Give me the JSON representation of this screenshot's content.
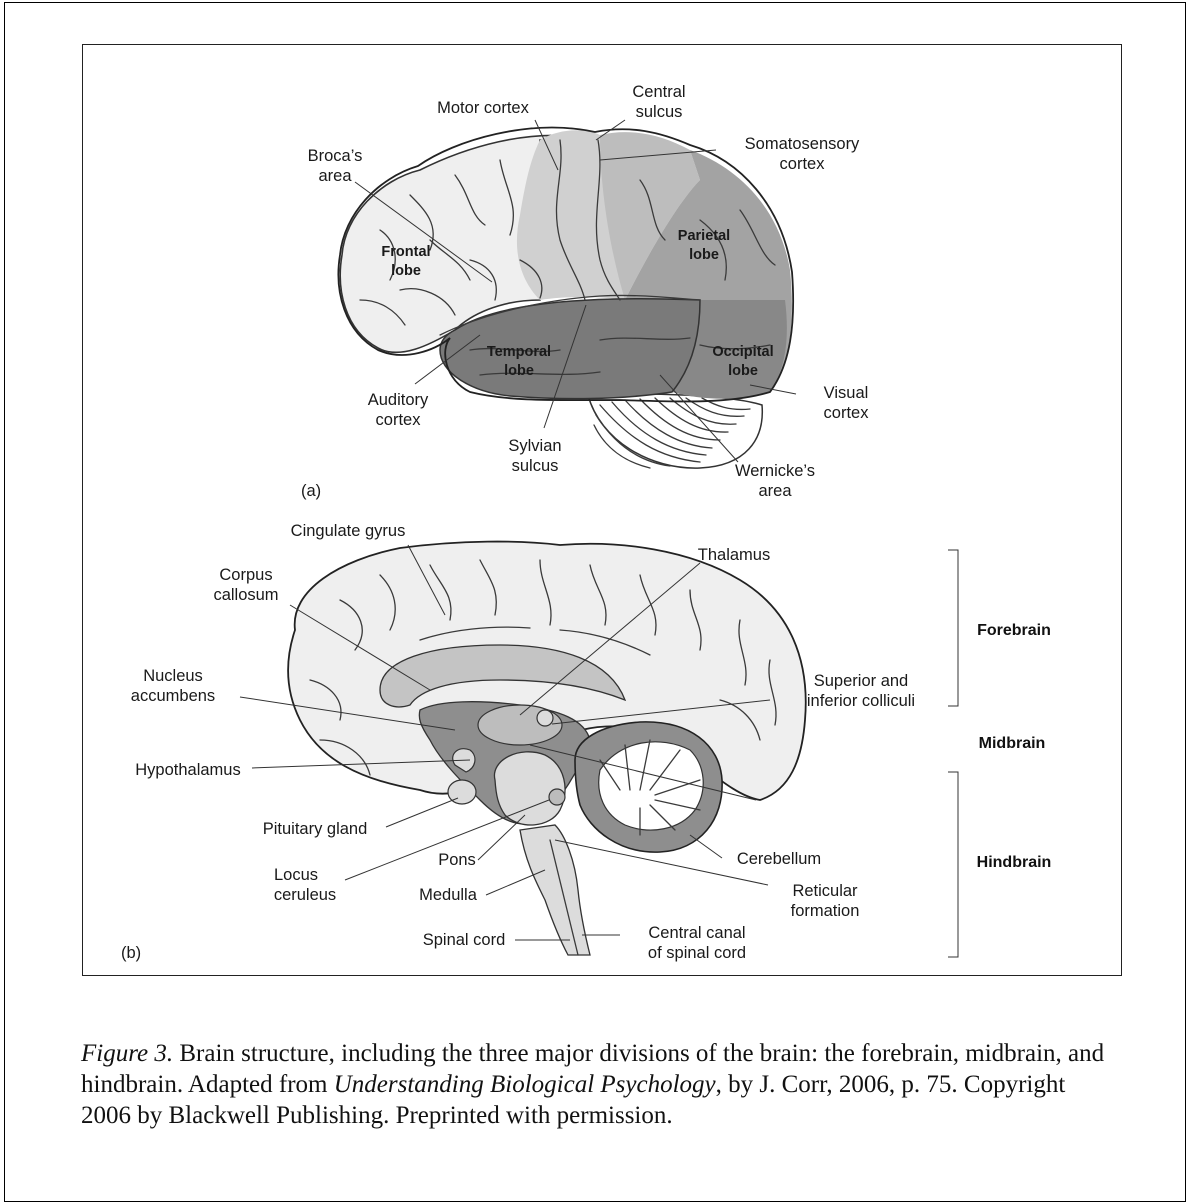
{
  "panel_a": {
    "tag": "(a)",
    "labels": {
      "motor_cortex": "Motor cortex",
      "central_sulcus_1": "Central",
      "central_sulcus_2": "sulcus",
      "broca_1": "Broca’s",
      "broca_2": "area",
      "somato_1": "Somatosensory",
      "somato_2": "cortex",
      "frontal_1": "Frontal",
      "frontal_2": "lobe",
      "parietal_1": "Parietal",
      "parietal_2": "lobe",
      "temporal_1": "Temporal",
      "temporal_2": "lobe",
      "occipital_1": "Occipital",
      "occipital_2": "lobe",
      "auditory_1": "Auditory",
      "auditory_2": "cortex",
      "visual_1": "Visual",
      "visual_2": "cortex",
      "sylvian_1": "Sylvian",
      "sylvian_2": "sulcus",
      "wernicke_1": "Wernicke’s",
      "wernicke_2": "area"
    }
  },
  "panel_b": {
    "tag": "(b)",
    "labels": {
      "cingulate": "Cingulate gyrus",
      "corpus_1": "Corpus",
      "corpus_2": "callosum",
      "thalamus": "Thalamus",
      "nucleus_1": "Nucleus",
      "nucleus_2": "accumbens",
      "colliculi_1": "Superior and",
      "colliculi_2": "inferior colliculi",
      "hypothalamus": "Hypothalamus",
      "pituitary": "Pituitary gland",
      "locus_1": "Locus",
      "locus_2": "ceruleus",
      "pons": "Pons",
      "medulla": "Medulla",
      "spinal_cord": "Spinal cord",
      "cerebellum": "Cerebellum",
      "reticular_1": "Reticular",
      "reticular_2": "formation",
      "canal_1": "Central canal",
      "canal_2": "of spinal cord"
    },
    "divisions": {
      "forebrain": "Forebrain",
      "midbrain": "Midbrain",
      "hindbrain": "Hindbrain"
    }
  },
  "caption": {
    "figure_label": "Figure 3.",
    "text_1": " Brain structure, including the three major divisions of the brain: the forebrain, midbrain, and hindbrain. Adapted from ",
    "book_title": "Understanding Biological Psychology",
    "text_2": ", by J. Corr, 2006, p. 75. Copyright 2006 by Blackwell Publishing. Preprinted with permission."
  },
  "colors": {
    "frontal": "#efefef",
    "motor": "#c8c8c8",
    "parietal": "#a6a6a6",
    "temporal": "#7c7c7c",
    "occipital": "#8a8a8a",
    "inner_light": "#dcdcdc",
    "inner_mid": "#bcbcbc",
    "inner_dark": "#8c8c8c"
  }
}
